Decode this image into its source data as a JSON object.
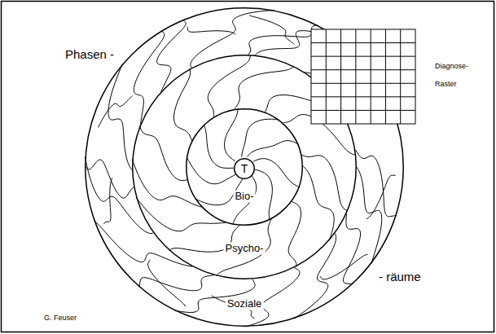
{
  "diagram": {
    "nodes": [
      {
        "text": [
          "Soziale"
        ]
      },
      {
        "text": [
          "Psycho-"
        ],
        "in": 0
      },
      {
        "text": [
          "Bio-"
        ],
        "in": 1
      },
      {
        "text": [
          "T"
        ],
        "in": 2
      }
    ],
    "labels": [
      "Phasen -",
      "Diagnose- Raster",
      "- räume",
      "G. Feuser"
    ]
  }
}
